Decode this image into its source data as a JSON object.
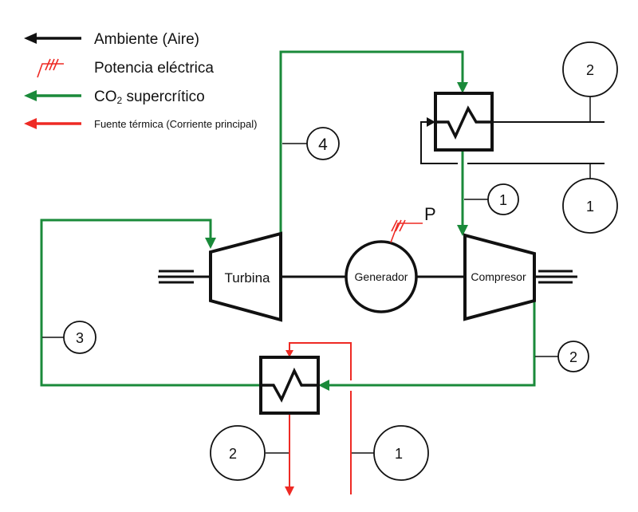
{
  "colors": {
    "ambient": "#111111",
    "electric": "#ee2a24",
    "co2": "#1a8a3a",
    "thermal": "#ee2a24"
  },
  "legend": [
    {
      "key": "ambient",
      "icon": "black-arrow-icon",
      "label": "Ambiente (Aire)"
    },
    {
      "key": "electric",
      "icon": "electric-power-icon",
      "label": "Potencia eléctrica"
    },
    {
      "key": "co2",
      "icon": "green-arrow-icon",
      "label_main": "CO",
      "label_sub": "2",
      "label_rest": " supercrítico"
    },
    {
      "key": "thermal",
      "icon": "red-arrow-icon",
      "label": "Fuente térmica (Corriente principal)"
    }
  ],
  "components": {
    "turbine": "Turbina",
    "generator": "Generador",
    "compressor": "Compresor",
    "power": "P"
  },
  "state_points": {
    "co2_4": "4",
    "co2_1": "1",
    "co2_3": "3",
    "co2_2": "2",
    "air_2": "2",
    "air_1": "1",
    "heat_2": "2",
    "heat_1": "1"
  }
}
